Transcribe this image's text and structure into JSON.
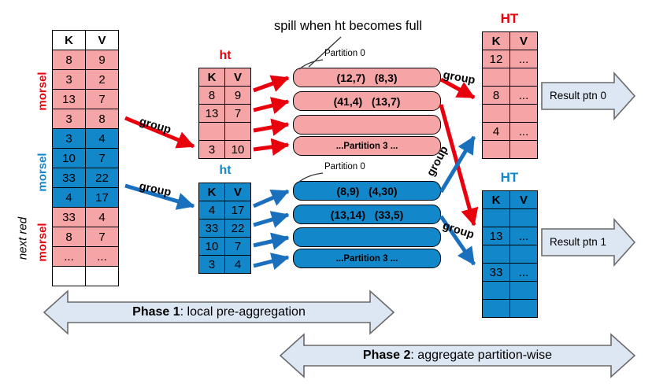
{
  "left_table": {
    "headers": [
      "K",
      "V"
    ],
    "rows": [
      [
        "8",
        "9"
      ],
      [
        "3",
        "2"
      ],
      [
        "13",
        "7"
      ],
      [
        "3",
        "8"
      ],
      [
        "3",
        "4"
      ],
      [
        "10",
        "7"
      ],
      [
        "33",
        "22"
      ],
      [
        "4",
        "17"
      ],
      [
        "33",
        "4"
      ],
      [
        "8",
        "7"
      ],
      [
        "...",
        "..."
      ],
      [
        "",
        ""
      ]
    ]
  },
  "morsel_labels": [
    "morsel",
    "morsel",
    "morsel",
    "next red"
  ],
  "ht_red": {
    "title": "ht",
    "headers": [
      "K",
      "V"
    ],
    "rows": [
      [
        "8",
        "9"
      ],
      [
        "13",
        "7"
      ],
      [
        "",
        ""
      ],
      [
        "3",
        "10"
      ]
    ]
  },
  "ht_blue": {
    "title": "ht",
    "headers": [
      "K",
      "V"
    ],
    "rows": [
      [
        "4",
        "17"
      ],
      [
        "33",
        "22"
      ],
      [
        "10",
        "7"
      ],
      [
        "3",
        "4"
      ]
    ]
  },
  "spill_note": "spill when ht becomes full",
  "partitions_red": {
    "label": "Partition 0",
    "rows": [
      "(12,7)   (8,3)",
      "(41,4)   (13,7)",
      "",
      "...Partition 3 ..."
    ]
  },
  "partitions_blue": {
    "label": "Partition 0",
    "rows": [
      "(8,9)   (4,30)",
      "(13,14)   (33,5)",
      "",
      "...Partition 3 ..."
    ]
  },
  "HT_red": {
    "title": "HT",
    "headers": [
      "K",
      "V"
    ],
    "rows": [
      [
        "12",
        "..."
      ],
      [
        "",
        ""
      ],
      [
        "8",
        "..."
      ],
      [
        "",
        ""
      ],
      [
        "4",
        "..."
      ],
      [
        "",
        ""
      ]
    ]
  },
  "HT_blue": {
    "title": "HT",
    "headers": [
      "K",
      "V"
    ],
    "rows": [
      [
        "",
        ""
      ],
      [
        "13",
        "..."
      ],
      [
        "",
        ""
      ],
      [
        "33",
        "..."
      ],
      [
        "",
        ""
      ],
      [
        "",
        ""
      ]
    ]
  },
  "group_labels": [
    "group",
    "group",
    "group",
    "group",
    "group"
  ],
  "results": {
    "ptn0": "Result ptn 0",
    "ptn1": "Result ptn 1"
  },
  "phases": {
    "p1_bold": "Phase 1",
    "p1_rest": ": local pre-aggregation",
    "p2_bold": "Phase 2",
    "p2_rest": ": aggregate partition-wise"
  },
  "colors": {
    "pink": "#F5A5A5",
    "blue": "#1287C9",
    "red": "#E8000D",
    "arrow_blue": "#1A70BD",
    "big_arrow_fill": "#DDE7F3"
  }
}
